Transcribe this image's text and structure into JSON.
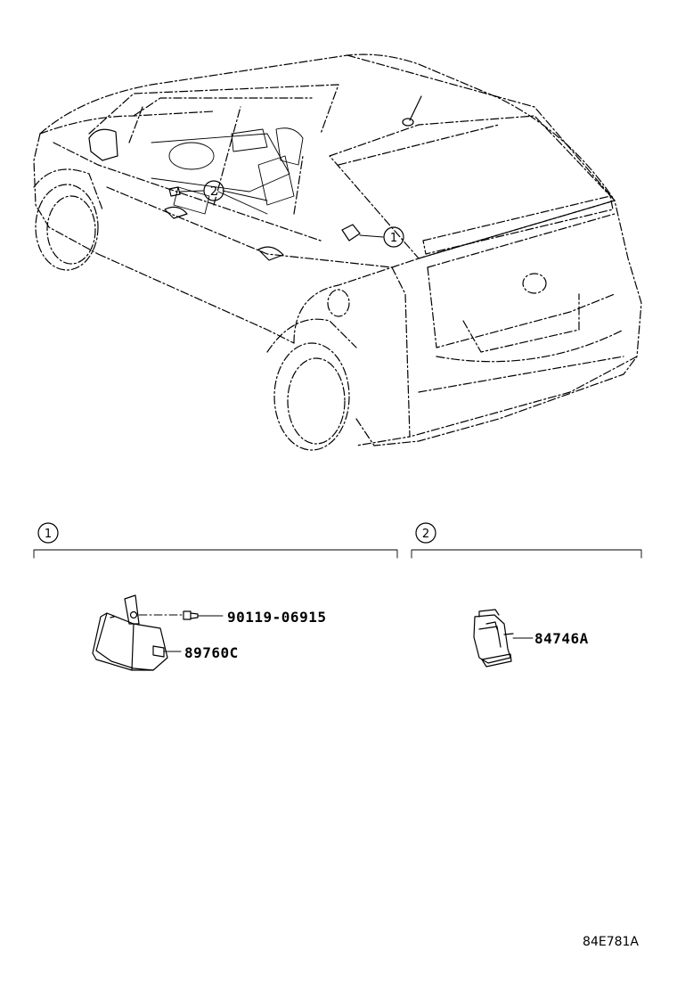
{
  "callouts": {
    "one": "1",
    "two": "2"
  },
  "sections": {
    "one": {
      "label": "1"
    },
    "two": {
      "label": "2"
    }
  },
  "parts": {
    "bolt": "90119-06915",
    "computer": "89760C",
    "switch": "84746A"
  },
  "diagram_ref": "84E781A"
}
